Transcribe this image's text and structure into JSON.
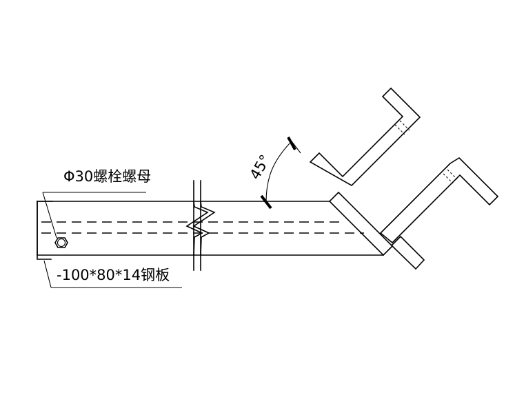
{
  "labels": {
    "bolt": "Φ30螺栓螺母",
    "plate": "-100*80*14钢板",
    "angle": "45°"
  }
}
